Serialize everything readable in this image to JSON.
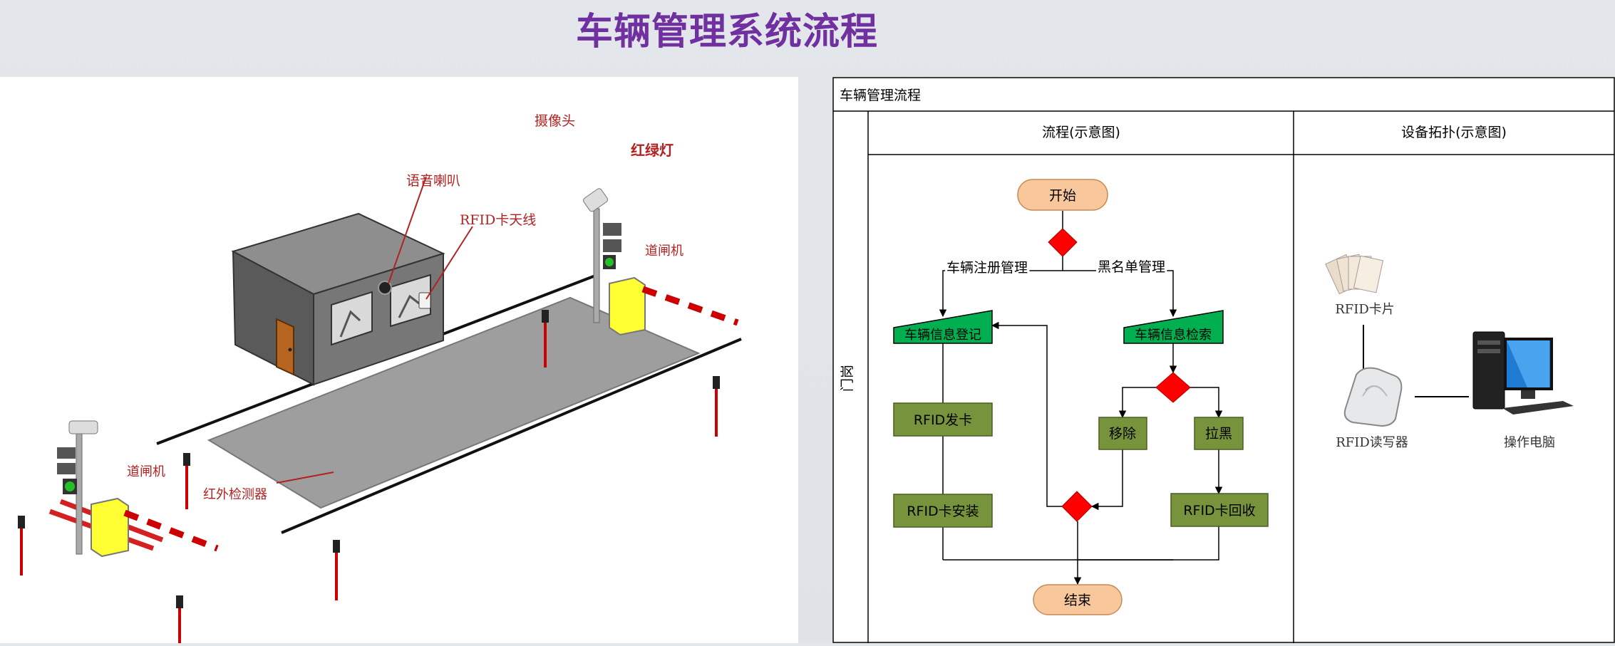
{
  "page": {
    "title": "车辆管理系统流程"
  },
  "scene": {
    "labels": {
      "camera": "摄像头",
      "traffic_light": "红绿灯",
      "speaker": "语音喇叭",
      "rfid_antenna": "RFID卡天线",
      "barrier_right": "道闸机",
      "barrier_left": "道闸机",
      "ir_detector": "红外检测器"
    }
  },
  "flowchart": {
    "header": "车辆管理流程",
    "lane": "门岗",
    "col_process": "流程(示意图)",
    "col_topology": "设备拓扑(示意图)",
    "nodes": {
      "start": "开始",
      "branch_register": "车辆注册管理",
      "branch_blacklist": "黑名单管理",
      "register_info": "车辆信息登记",
      "search_info": "车辆信息检索",
      "issue_card": "RFID发卡",
      "install_card": "RFID卡安装",
      "remove": "移除",
      "blacklist": "拉黑",
      "recover_card": "RFID卡回收",
      "end": "结束"
    },
    "topology": {
      "rfid_card": "RFID卡片",
      "rfid_reader": "RFID读写器",
      "pc": "操作电脑"
    }
  },
  "colors": {
    "title": "#7030a0",
    "terminal_fill": "#f8c79b",
    "process_fill": "#77933c",
    "io_fill": "#00b050",
    "decision_fill": "#ff0000",
    "label_red": "#b22222"
  }
}
